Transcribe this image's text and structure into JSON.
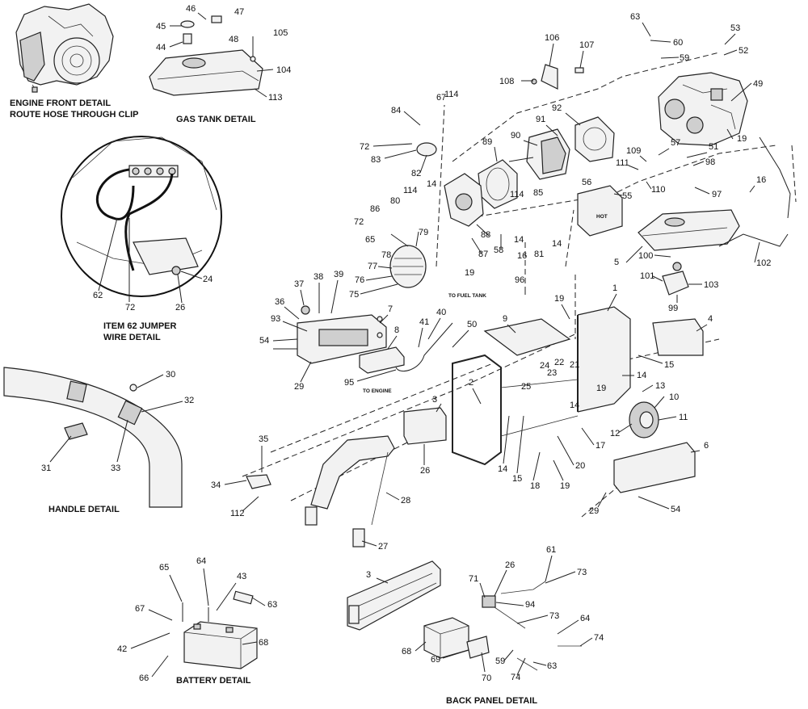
{
  "captions": {
    "engine_front_1": "ENGINE FRONT DETAIL",
    "engine_front_2": "ROUTE HOSE THROUGH CLIP",
    "gas_tank": "GAS TANK DETAIL",
    "jumper_1": "ITEM 62 JUMPER",
    "jumper_2": "WIRE DETAIL",
    "handle": "HANDLE DETAIL",
    "battery": "BATTERY DETAIL",
    "back_panel": "BACK PANEL DETAIL"
  },
  "notes": {
    "to_fuel_tank": "TO FUEL TANK",
    "to_engine": "TO ENGINE",
    "hot": "HOT"
  },
  "callouts": {
    "c46": "46",
    "c47": "47",
    "c45": "45",
    "c44": "44",
    "c48": "48",
    "c105": "105",
    "c104": "104",
    "c113": "113",
    "c62": "62",
    "c72j": "72",
    "c26j": "26",
    "c24": "24",
    "c106": "106",
    "c107": "107",
    "c108": "108",
    "c63t": "63",
    "c60": "60",
    "c59t": "59",
    "c53": "53",
    "c52": "52",
    "c49": "49",
    "c67t": "67",
    "c114a": "114",
    "c84": "84",
    "c72a": "72",
    "c83": "83",
    "c82": "82",
    "c92": "92",
    "c91": "91",
    "c90": "90",
    "c89": "89",
    "c19a": "19",
    "c51": "51",
    "c57": "57",
    "c109": "109",
    "c111": "111",
    "c98": "98",
    "c97": "97",
    "c16a": "16",
    "c14a": "14",
    "c114b": "114",
    "c80": "80",
    "c86": "86",
    "c72b": "72",
    "c65t": "65",
    "c114c": "114",
    "c85": "85",
    "c56": "56",
    "c55": "55",
    "c110": "110",
    "c88": "88",
    "c79": "79",
    "c78": "78",
    "c87": "87",
    "c58": "58",
    "c14b": "14",
    "c14c": "14",
    "c16b": "16",
    "c81": "81",
    "c19b": "19",
    "c5": "5",
    "c100": "100",
    "c102": "102",
    "c101": "101",
    "c103": "103",
    "c99": "99",
    "c77": "77",
    "c76": "76",
    "c75": "75",
    "c96": "96",
    "c19c": "19",
    "c1": "1",
    "c37": "37",
    "c38": "38",
    "c39": "39",
    "c36": "36",
    "c93": "93",
    "c7": "7",
    "c40": "40",
    "c41": "41",
    "c50": "50",
    "c9": "9",
    "c8": "8",
    "c54a": "54",
    "c29a": "29",
    "c95": "95",
    "c4": "4",
    "c15a": "15",
    "c30": "30",
    "c32": "32",
    "c31": "31",
    "c33": "33",
    "c2": "2",
    "c23": "23",
    "c24b": "24",
    "c22": "22",
    "c21": "21",
    "c25": "25",
    "c19d": "19",
    "c14d": "14",
    "c14e": "14",
    "c13": "13",
    "c10": "10",
    "c3a": "3",
    "c35": "35",
    "c11": "11",
    "c12": "12",
    "c17": "17",
    "c26a": "26",
    "c34": "34",
    "c14f": "14",
    "c15b": "15",
    "c20": "20",
    "c18": "18",
    "c19e": "19",
    "c6": "6",
    "c112": "112",
    "c28": "28",
    "c29b": "29",
    "c54b": "54",
    "c27": "27",
    "c65b": "65",
    "c64b": "64",
    "c43": "43",
    "c67b": "67",
    "c63b": "63",
    "c42": "42",
    "c68b": "68",
    "c66": "66",
    "c61": "61",
    "c3b": "3",
    "c71": "71",
    "c26bp": "26",
    "c73a": "73",
    "c94": "94",
    "c73b": "73",
    "c64bp": "64",
    "c68bp": "68",
    "c69": "69",
    "c59bp": "59",
    "c74a": "74",
    "c74b": "74",
    "c63bp": "63",
    "c70": "70"
  }
}
